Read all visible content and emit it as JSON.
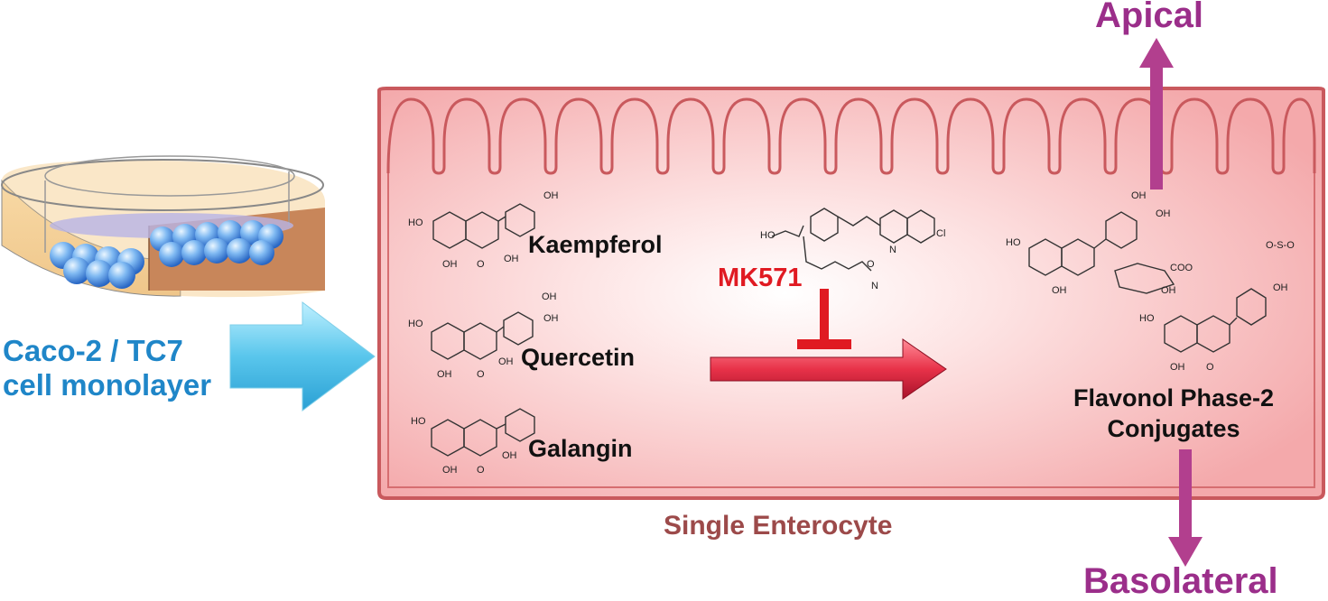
{
  "culture": {
    "label_line1": "Caco-2 / TC7",
    "label_line2": "cell monolayer"
  },
  "enterocyte": {
    "caption": "Single Enterocyte",
    "apical": "Apical",
    "basolateral": "Basolateral"
  },
  "flavonols": [
    {
      "name": "Kaempferol"
    },
    {
      "name": "Quercetin"
    },
    {
      "name": "Galangin"
    }
  ],
  "inhibitor": {
    "name": "MK571"
  },
  "product": {
    "line1": "Flavonol Phase-2",
    "line2": "Conjugates"
  },
  "colors": {
    "culture_label": "#1f86c8",
    "direction_labels": "#9b2e8a",
    "inhibitor": "#e01a22",
    "cell_fill": "#f7b9b9",
    "cell_border": "#c9595d",
    "caption": "#9c4a4a"
  }
}
